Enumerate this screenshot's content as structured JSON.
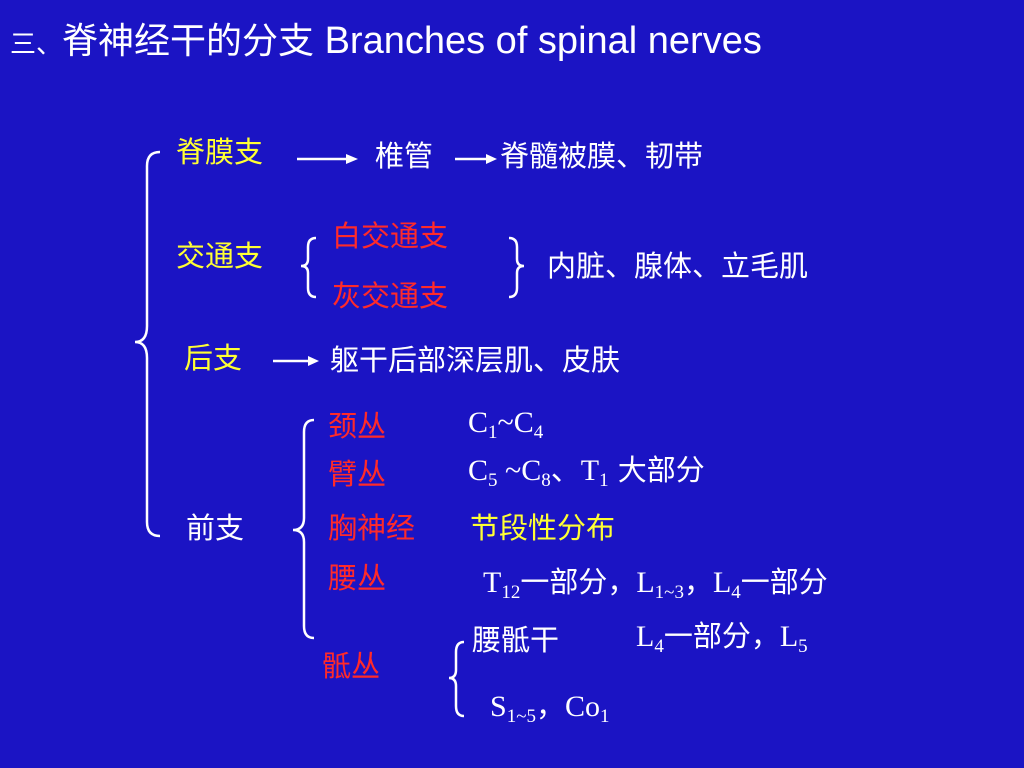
{
  "title": {
    "prefix": "三、",
    "cn": "脊神经干的分支",
    "en": " Branches of spinal nerves"
  },
  "meningeal": {
    "label": "脊膜支",
    "target1": "椎管",
    "target2": "脊髓被膜、韧带"
  },
  "communicating": {
    "label": "交通支",
    "white": "白交通支",
    "gray": "灰交通支",
    "target": "内脏、腺体、立毛肌"
  },
  "posterior": {
    "label": "后支",
    "target": "躯干后部深层肌、皮肤"
  },
  "anterior": {
    "label": "前支",
    "cervical": {
      "label": "颈丛",
      "a": "C",
      "a_sub": "1",
      "sep": "~",
      "b": "C",
      "b_sub": "4"
    },
    "brachial": {
      "label": "臂丛",
      "a": "C",
      "a_sub": "5",
      "sep": " ~",
      "b": "C",
      "b_sub": "8",
      "sep2": "、",
      "c": "T",
      "c_sub": "1",
      "tail": " 大部分"
    },
    "thoracic": {
      "label": "胸神经",
      "text": "节段性分布"
    },
    "lumbar": {
      "label": "腰丛",
      "a": "T",
      "a_sub": "12",
      "m1": "一部分，",
      "b": "L",
      "b_sub": "1~3",
      "m2": "，",
      "c": "L",
      "c_sub": "4",
      "tail": "一部分"
    },
    "sacral": {
      "label": "骶丛",
      "trunk": "腰骶干",
      "trunk_a": "L",
      "trunk_a_sub": "4",
      "trunk_m": "一部分，",
      "trunk_b": "L",
      "trunk_b_sub": "5",
      "s": "S",
      "s_sub": "1~5",
      "s_m": "，",
      "co": "Co",
      "co_sub": "1"
    }
  }
}
